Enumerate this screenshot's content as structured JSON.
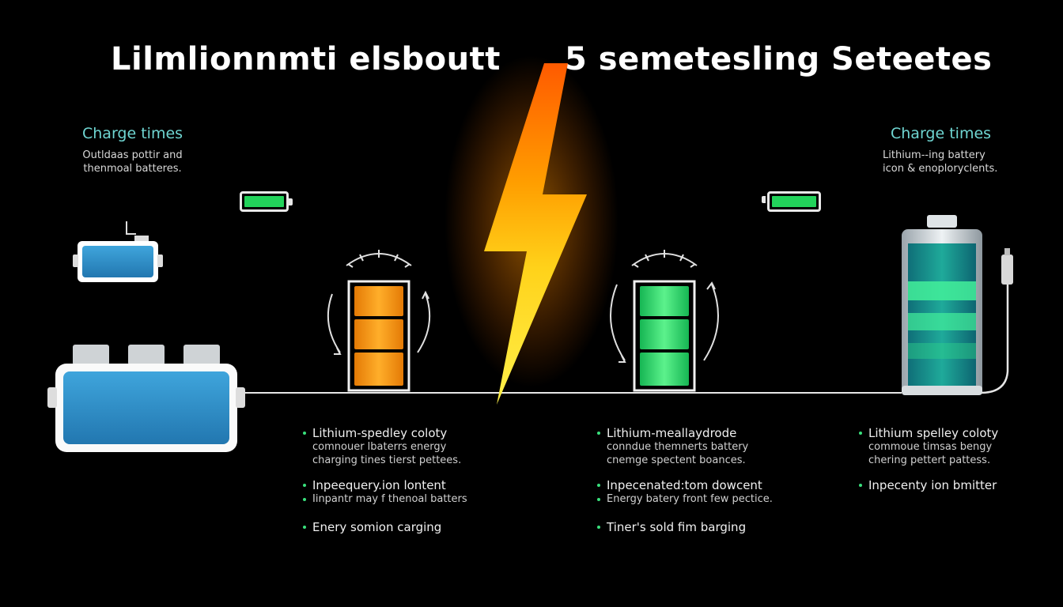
{
  "titles": {
    "left": "Lilmlionnmti elsboutt",
    "right": "5 semetesling Seteetes"
  },
  "left_caption": {
    "heading": "Charge times",
    "lines": [
      "Outldaas pottir and",
      "thenmoal batteres."
    ]
  },
  "right_caption": {
    "heading": "Charge times",
    "lines": [
      "Lithium--ing battery",
      "icon & enoploryclents."
    ]
  },
  "columns": [
    {
      "id": "col1",
      "items": [
        {
          "label": "Lithium-spedley coloty",
          "sub": [
            "comnouer lbaterrs energy",
            "charging tines tierst pettees."
          ]
        },
        {
          "label": "Inpeequery.ion lontent",
          "sub": [
            "Iinpantr may f thenoal batters"
          ]
        },
        {
          "label": "Enery somion carging",
          "sub": []
        }
      ]
    },
    {
      "id": "col2",
      "items": [
        {
          "label": "Lithium-meallaydrode",
          "sub": [
            "conndue themnerts battery",
            "cnemge spectent boances."
          ]
        },
        {
          "label": "Inpecenated:tom dowcent",
          "sub": [
            "Energy batery front few pectice."
          ]
        },
        {
          "label": "Tiner's sold fim barging",
          "sub": []
        }
      ]
    },
    {
      "id": "col3",
      "items": [
        {
          "label": "Lithium spelley coloty",
          "sub": [
            "commoue timsas bengy",
            "chering pettert pattess."
          ]
        },
        {
          "label": "Inpecenty ion bmitter",
          "sub": []
        }
      ]
    }
  ],
  "colors": {
    "background": "#000000",
    "bolt_yellow": "#ffd21a",
    "bolt_orange": "#ff7a00",
    "orange_cells": "#f59a16",
    "green_cells": "#2fd86a",
    "blue_battery": "#2f8fc6",
    "teal_battery": "#1a8c8a",
    "accent_text": "#6fd6d2",
    "bullet_dot": "#39e07c"
  },
  "icons": [
    "lightning-bolt-icon",
    "battery-icon",
    "charge-gauge-icon",
    "charging-cable-icon"
  ]
}
